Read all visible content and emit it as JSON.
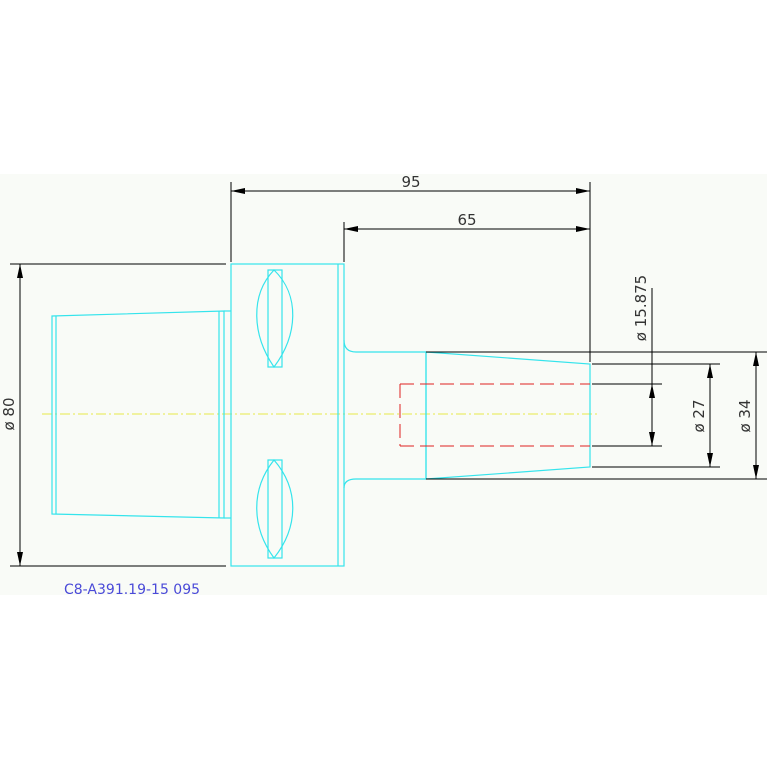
{
  "drawing": {
    "part_number": "C8-A391.19-15 095",
    "dimensions": {
      "length_total": "95",
      "length_front": "65",
      "dia_flange": "ø 80",
      "dia_bore": "ø 15.875",
      "dia_27": "ø 27",
      "dia_34": "ø 34"
    }
  },
  "colors": {
    "background": "#f9fbf7",
    "part_outline": "#35e4ec",
    "dimension_lines": "#000000",
    "dimension_text": "#333333",
    "center_line": "#e8e84a",
    "hidden_bore": "#e02020",
    "part_number_text": "#4a4ad8"
  }
}
